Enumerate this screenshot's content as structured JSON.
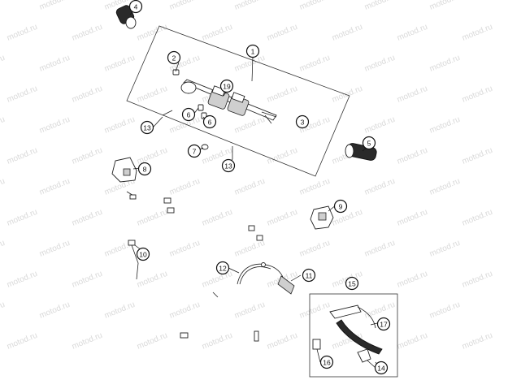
{
  "watermark": {
    "text": "motod.ru"
  },
  "callouts": [
    {
      "id": "c1",
      "label": "1"
    },
    {
      "id": "c2",
      "label": "2"
    },
    {
      "id": "c3",
      "label": "3"
    },
    {
      "id": "c4",
      "label": "4"
    },
    {
      "id": "c5",
      "label": "5"
    },
    {
      "id": "c6a",
      "label": "6"
    },
    {
      "id": "c6b",
      "label": "6"
    },
    {
      "id": "c7",
      "label": "7"
    },
    {
      "id": "c8",
      "label": "8"
    },
    {
      "id": "c9",
      "label": "9"
    },
    {
      "id": "c10",
      "label": "10"
    },
    {
      "id": "c11",
      "label": "11"
    },
    {
      "id": "c12",
      "label": "12"
    },
    {
      "id": "c13a",
      "label": "13"
    },
    {
      "id": "c13b",
      "label": "13"
    },
    {
      "id": "c14",
      "label": "14"
    },
    {
      "id": "c15",
      "label": "15"
    },
    {
      "id": "c16",
      "label": "16"
    },
    {
      "id": "c17",
      "label": "17"
    },
    {
      "id": "c19",
      "label": "19"
    }
  ]
}
